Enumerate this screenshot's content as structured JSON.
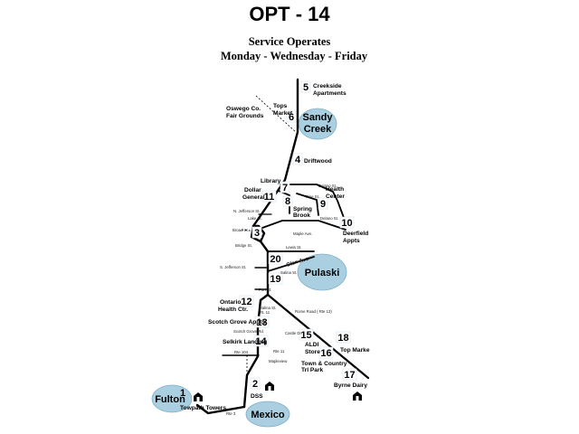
{
  "title": "OPT - 14",
  "subtitle_1": "Service Operates",
  "subtitle_2": "Monday - Wednesday - Friday",
  "colors": {
    "town_circle": "#a9cfe0",
    "road": "#000000",
    "background": "#ffffff"
  },
  "towns": {
    "sandy_creek": [
      "Sandy",
      "Creek"
    ],
    "pulaski": "Pulaski",
    "fulton": "Fulton",
    "mexico": "Mexico"
  },
  "stops": {
    "s1": "1",
    "s2": "2",
    "s3": "3",
    "s4": "4",
    "s5": "5",
    "s6": "6",
    "s7": "7",
    "s8": "8",
    "s9": "9",
    "s10": "10",
    "s11": "11",
    "s12": "12",
    "s13": "13",
    "s14": "14",
    "s15": "15",
    "s16": "16",
    "s17": "17",
    "s18": "18",
    "s19": "19",
    "s20": "20"
  },
  "labels": {
    "creekside": [
      "Creekside",
      "Apartments"
    ],
    "tops": [
      "Tops",
      "Market"
    ],
    "oswego": [
      "Oswego Co.",
      "Fair Grounds"
    ],
    "driftwood": "Driftwood",
    "library": "Library",
    "dollar_general": [
      "Dollar",
      "General"
    ],
    "health_center": [
      "Health",
      "Center"
    ],
    "spring_brook": [
      "Spring",
      "Brook"
    ],
    "deerfield": [
      "Deerfield",
      "Appts"
    ],
    "ontario_health": [
      "Ontario",
      "Health Ctr."
    ],
    "scotch_grove": "Scotch Grove Appts.",
    "selkirk": "Selkirk Landing",
    "aldi": [
      "ALDI",
      "Store"
    ],
    "top_market": "Top Marke",
    "town_country": [
      "Town & Country",
      "Trl Park"
    ],
    "byrne_dairy": "Byrne Dairy",
    "dss": "DSS",
    "towpath": "Towpath Towers"
  },
  "streets": {
    "delano": "Delano St.",
    "pine": "Pine St.",
    "n_jefferson": "N. Jefferson St.",
    "lake": "Lake St.",
    "broad": "Broad St.",
    "maple_ave": "Maple Ave.",
    "delano_2": "Delano St.",
    "bridge": "Bridge St.",
    "lewis": "Lewis St.",
    "glen_ave": "Glen Ave",
    "s_jefferson": "S. Jefferson St.",
    "salina": "Salina St.",
    "port": "Port St.",
    "salina_rt11": [
      "Salina St.",
      "Rt. 11"
    ],
    "rome_road": "Rome Road ( Rte 13)",
    "scotch_grove_rd": "Scotch Grove Rd.",
    "castle": "Castle Dr.",
    "rt11": "Rte 11",
    "rte104": "Rte 104",
    "mapleview": "Mapleview",
    "rte3": "Rte 3"
  }
}
